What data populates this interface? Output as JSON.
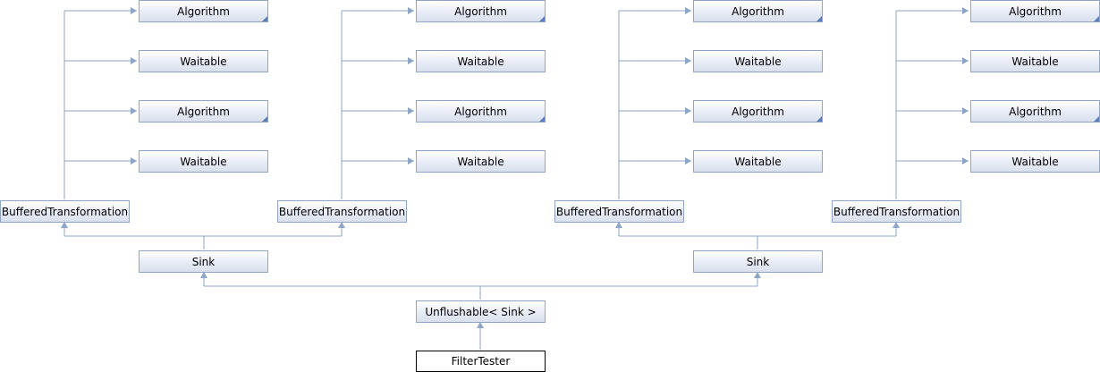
{
  "diagram": {
    "nodes": {
      "a1": "Algorithm",
      "a2": "Waitable",
      "a3": "Algorithm",
      "a4": "Waitable",
      "b1": "Algorithm",
      "b2": "Waitable",
      "b3": "Algorithm",
      "b4": "Waitable",
      "c1": "Algorithm",
      "c2": "Waitable",
      "c3": "Algorithm",
      "c4": "Waitable",
      "d1": "Algorithm",
      "d2": "Waitable",
      "d3": "Algorithm",
      "d4": "Waitable",
      "bt1": "BufferedTransformation",
      "bt2": "BufferedTransformation",
      "bt3": "BufferedTransformation",
      "bt4": "BufferedTransformation",
      "sink1": "Sink",
      "sink2": "Sink",
      "unflushable": "Unflushable< Sink >",
      "filtertester": "FilterTester"
    }
  }
}
